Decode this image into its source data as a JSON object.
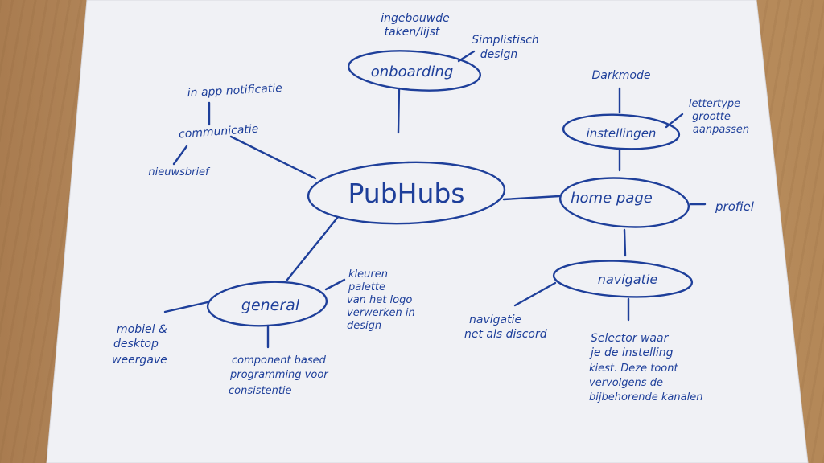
{
  "colors": {
    "ink": "#1e3f9a",
    "paper": "#f1f2f6",
    "desk": "#b98f62"
  },
  "center": {
    "label": "PubHubs"
  },
  "nodes": {
    "onboarding": {
      "label": "onboarding"
    },
    "instellingen": {
      "label": "instellingen"
    },
    "home_page": {
      "label": "home page"
    },
    "navigatie": {
      "label": "navigatie"
    },
    "general": {
      "label": "general"
    },
    "communicatie": {
      "label": "communicatie"
    }
  },
  "leaves": {
    "ingebouwde_line1": "ingebouwde",
    "ingebouwde_line2": "taken/lijst",
    "simplistisch_line1": "Simplistisch",
    "simplistisch_line2": "design",
    "darkmode": "Darkmode",
    "lettertype_line1": "lettertype",
    "lettertype_line2": "grootte",
    "lettertype_line3": "aanpassen",
    "profiel": "profiel",
    "in_app_notificatie": "in app notificatie",
    "nieuwsbrief": "nieuwsbrief",
    "kleuren_line1": "kleuren",
    "kleuren_line2": "palette",
    "kleuren_line3": "van het logo",
    "kleuren_line4": "verwerken in",
    "kleuren_line5": "design",
    "mobiel_line1": "mobiel &",
    "mobiel_line2": "desktop",
    "mobiel_line3": "weergave",
    "component_line1": "component based",
    "component_line2": "programming voor",
    "component_line3": "consistentie",
    "nav_discord_line1": "navigatie",
    "nav_discord_line2": "net als discord",
    "selector_line1": "Selector waar",
    "selector_line2": "je de instelling",
    "selector_line3": "kiest. Deze toont",
    "selector_line4": "vervolgens de",
    "selector_line5": "bijbehorende kanalen"
  }
}
